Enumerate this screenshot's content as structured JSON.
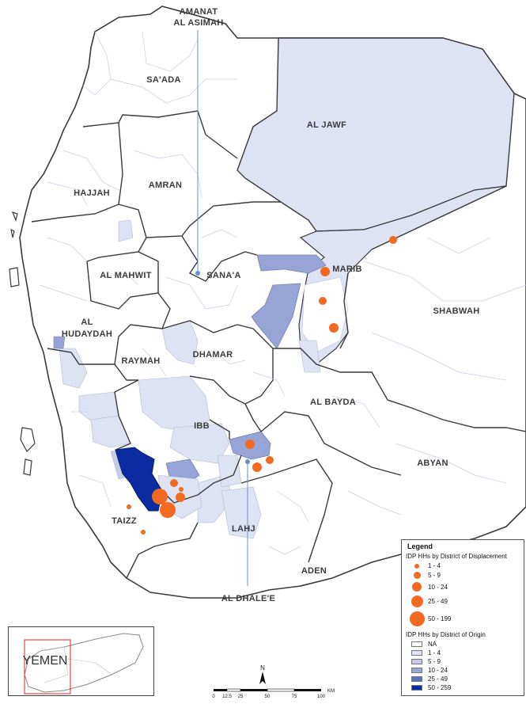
{
  "regions": {
    "amanat": "AMANAT",
    "al_asimah": "AL ASIMAH",
    "saada": "SA'ADA",
    "al_jawf": "AL JAWF",
    "hajjah": "HAJJAH",
    "amran": "AMRAN",
    "al_mahwit": "AL MAHWIT",
    "sanaa": "SANA'A",
    "marib": "MARIB",
    "shabwah": "SHABWAH",
    "al": "AL",
    "hudaydah": "HUDAYDAH",
    "raymah": "RAYMAH",
    "dhamar": "DHAMAR",
    "al_bayda": "AL BAYDA",
    "ibb": "IBB",
    "abyan": "ABYAN",
    "taizz": "TAIZZ",
    "lahj": "LAHJ",
    "aden": "ADEN",
    "al_dhalee": "AL DHALE'E"
  },
  "legend": {
    "title": "Legend",
    "displacement_title": "IDP HHs by District of Displacement",
    "displacement_classes": [
      "1 - 4",
      "5 - 9",
      "10 - 24",
      "25 - 49",
      "50 - 199"
    ],
    "origin_title": "IDP HHs by District of Origin",
    "origin_classes": [
      "NA",
      "1 - 4",
      "5 - 9",
      "10 - 24",
      "25 - 49",
      "50 - 259"
    ],
    "origin_colors": [
      "#ffffff",
      "#dde3f2",
      "#c4cce8",
      "#96a5d6",
      "#5a73c0",
      "#0a2ca0"
    ],
    "dot_color": "#f26a21"
  },
  "inset": {
    "country": "YEMEN"
  },
  "scale": {
    "north": "N",
    "ticks": [
      "0",
      "12.5",
      "25",
      "50",
      "75",
      "100"
    ],
    "unit": "KM"
  }
}
